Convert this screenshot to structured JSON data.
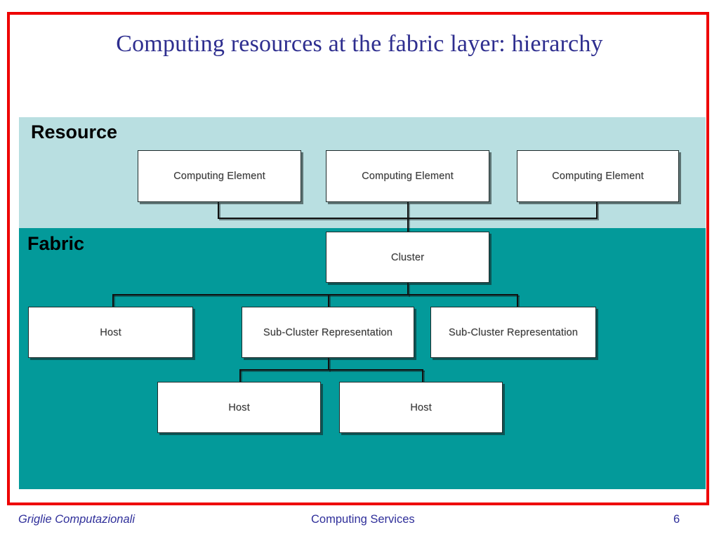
{
  "slide": {
    "title": "Computing resources at the fabric layer: hierarchy",
    "frame_color": "#ee0000",
    "title_color": "#2e2e8f"
  },
  "bands": {
    "resource": {
      "label": "Resource",
      "color": "#b9dfe1"
    },
    "fabric": {
      "label": "Fabric",
      "color": "#039a9a"
    }
  },
  "diagram": {
    "type": "hierarchy",
    "node_fill": "#ffffff",
    "node_border": "#1e2b2b",
    "nodes": [
      {
        "id": "ce1",
        "label": "Computing Element",
        "band": "resource"
      },
      {
        "id": "ce2",
        "label": "Computing Element",
        "band": "resource"
      },
      {
        "id": "ce3",
        "label": "Computing Element",
        "band": "resource"
      },
      {
        "id": "cluster",
        "label": "Cluster",
        "band": "fabric"
      },
      {
        "id": "host1",
        "label": "Host",
        "band": "fabric"
      },
      {
        "id": "scr1",
        "label": "Sub-Cluster Representation",
        "band": "fabric"
      },
      {
        "id": "scr2",
        "label": "Sub-Cluster Representation",
        "band": "fabric"
      },
      {
        "id": "host2",
        "label": "Host",
        "band": "fabric"
      },
      {
        "id": "host3",
        "label": "Host",
        "band": "fabric"
      }
    ],
    "edges": [
      {
        "from": "ce1",
        "to": "cluster"
      },
      {
        "from": "ce2",
        "to": "cluster"
      },
      {
        "from": "ce3",
        "to": "cluster"
      },
      {
        "from": "cluster",
        "to": "host1"
      },
      {
        "from": "cluster",
        "to": "scr1"
      },
      {
        "from": "cluster",
        "to": "scr2"
      },
      {
        "from": "scr1",
        "to": "host2"
      },
      {
        "from": "scr1",
        "to": "host3"
      }
    ]
  },
  "footer": {
    "left": "Griglie Computazionali",
    "center": "Computing Services",
    "page": "6"
  }
}
